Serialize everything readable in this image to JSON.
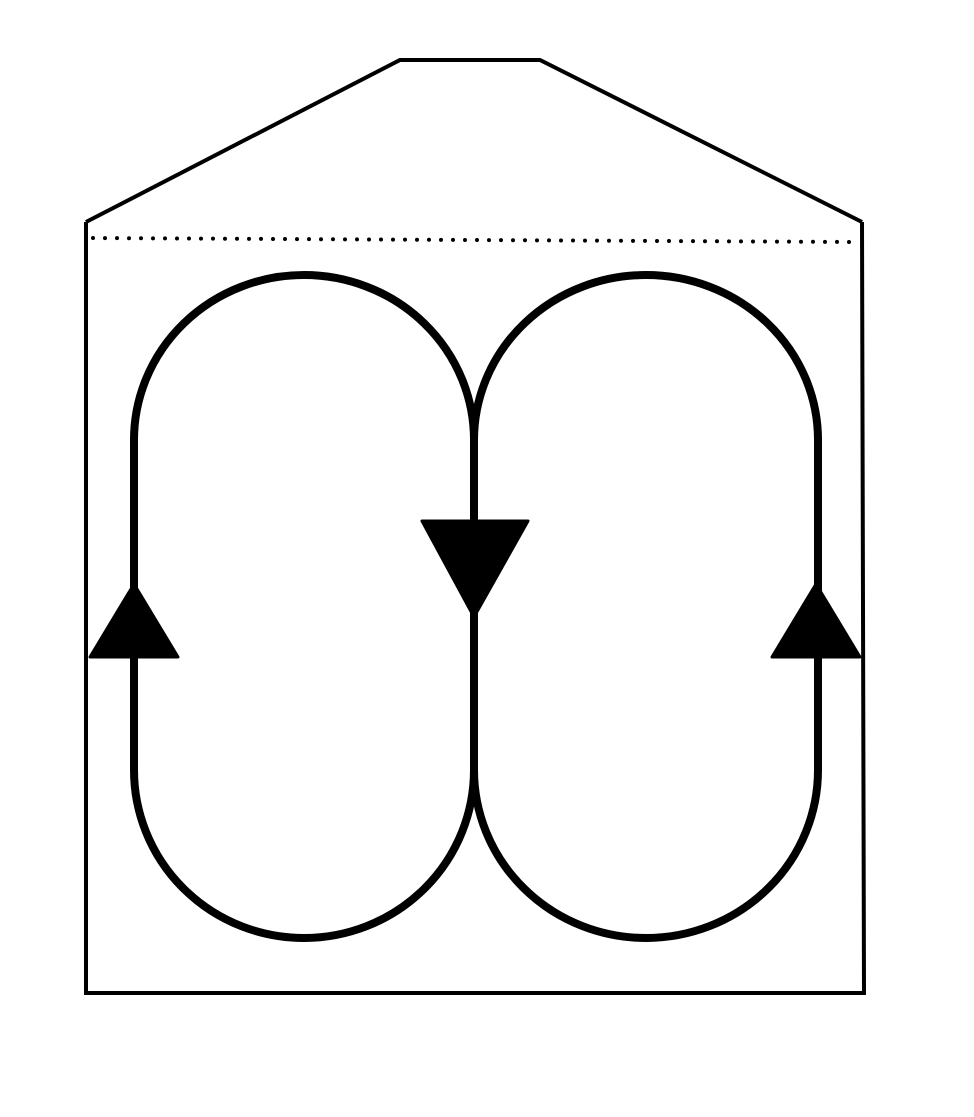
{
  "diagram": {
    "colors": {
      "stroke": "#000000",
      "background": "#ffffff"
    },
    "elements": {
      "housing": "housing-outline",
      "roof": "roof-outline",
      "level_line": "dotted-level-line",
      "left_loop": "left-circulation-loop",
      "right_loop": "right-circulation-loop",
      "left_arrow": "up-arrow-icon",
      "center_arrow": "down-arrow-icon",
      "right_arrow": "up-arrow-icon"
    }
  }
}
